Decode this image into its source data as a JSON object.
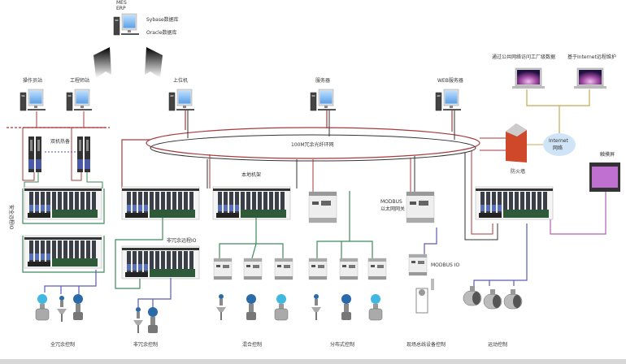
{
  "top": {
    "mes": "MES",
    "erp": "ERP",
    "sybase": "Sybase数据库",
    "oracle": "Oracle数据库"
  },
  "stations": {
    "operator": "操作员站",
    "engineer": "工程师站",
    "host": "上位机",
    "server": "服务器",
    "web_server": "WEB服务器"
  },
  "remote": {
    "public_access": "通过公共网络访问工厂级数据",
    "internet_maint": "基于Internet远程维护",
    "internet": "Internet",
    "internet_line2": "网络",
    "firewall": "防火墙",
    "touchscreen": "触摸屏"
  },
  "network": {
    "hot_standby": "双机热备",
    "ring": "100M冗余光纤环网",
    "local_rack": "本地机架",
    "safety_io": "安全远程IO",
    "nonredundant_io": "非冗余远程IO",
    "modbus_gw_1": "MODBUS",
    "modbus_gw_2": "以太网网关",
    "modbus_io": "MODBUS IO"
  },
  "categories": [
    "全冗余控制",
    "非冗余控制",
    "混合控制",
    "分布式控制",
    "现场总线设备控制",
    "运动控制"
  ],
  "colors": {
    "ring_red": "#a83a3a",
    "ring_black": "#333333",
    "fieldbus_green": "#3f8a5a",
    "io_blue": "#5a5ab8",
    "internet_gold": "#c8a850",
    "hmi_pink": "#b060b0"
  }
}
